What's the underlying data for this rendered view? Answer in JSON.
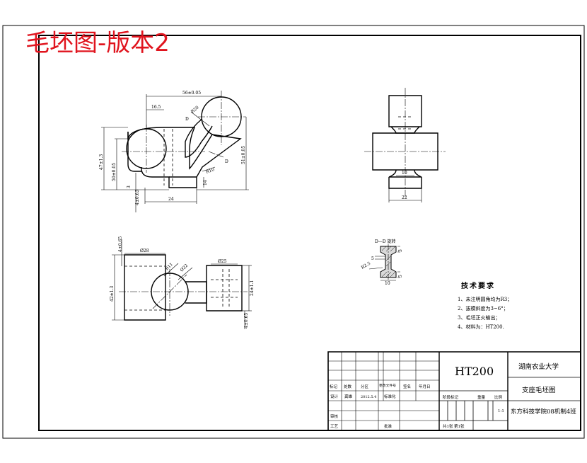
{
  "title_overlay": "毛坯图-版本2",
  "front_view": {
    "dims": {
      "top_width": "56±0.05",
      "top_left": "16.5",
      "r_top": "R20",
      "d_label_top": "D",
      "d_label_right": "D",
      "r_right": "R10",
      "left_outer": "47±1.3",
      "left_inner": "50±0.05",
      "left_small": "3",
      "left_bottom": "4±0.65",
      "right_height": "51±0.05",
      "bottom_width": "24",
      "step_14": "14"
    }
  },
  "side_view": {
    "dims": {
      "bottom_width": "22",
      "inner_width": "10"
    }
  },
  "top_view": {
    "dims": {
      "phi_left": "Ø28",
      "phi_right": "Ø25",
      "r11": "R11",
      "phi_22": "Ø22",
      "left_height": "42±1.3",
      "top_small": "4±0.65",
      "right_height": "24±1.1",
      "right_bottom": "4±0.65"
    }
  },
  "section_view": {
    "title": "D—D 旋转",
    "dims": {
      "r25": "R2.5",
      "d5a": "5",
      "d5b": "5",
      "d3": "3",
      "d10": "10"
    }
  },
  "tech_req": {
    "heading": "技术要求",
    "items": [
      "1、未注明圆角均为R3；",
      "2、拔模斜度为3~6°；",
      "3、毛坯正火输出；",
      "4、材料为：HT200."
    ]
  },
  "title_block": {
    "material": "HT200",
    "school": "湖南农业大学",
    "drawing_name": "支座毛坯图",
    "college": "东方科技学院08机制4班",
    "header_cells": [
      "标记",
      "处数",
      "分区",
      "更改文件号",
      "签名",
      "年月日"
    ],
    "row_design": [
      "设计",
      "龚雄",
      "2012.5.4",
      "标准化"
    ],
    "row_review": "审核",
    "row_process": [
      "工艺",
      "批准"
    ],
    "stage_labels": [
      "阶段标记",
      "重量",
      "比例"
    ],
    "scale": "1:1",
    "sheet_info": [
      "共1张",
      "第1张"
    ]
  },
  "colors": {
    "overlay_red": "#e0141e",
    "line": "#000000"
  }
}
